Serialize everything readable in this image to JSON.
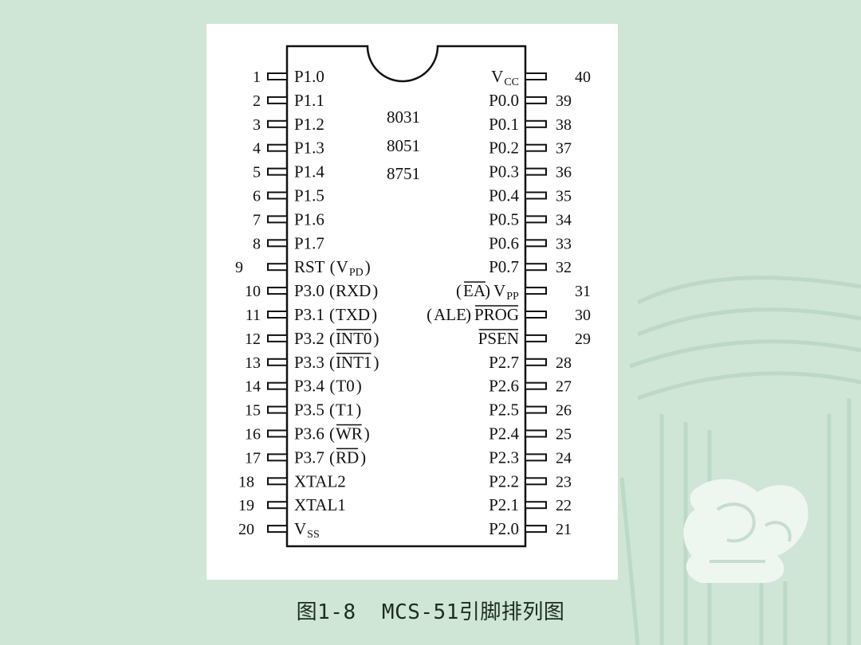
{
  "diagram": {
    "models": [
      "8031",
      "8051",
      "8751"
    ],
    "left_pins": [
      {
        "num": "1",
        "label": "P1.0"
      },
      {
        "num": "2",
        "label": "P1.1"
      },
      {
        "num": "3",
        "label": "P1.2"
      },
      {
        "num": "4",
        "label": "P1.3"
      },
      {
        "num": "5",
        "label": "P1.4"
      },
      {
        "num": "6",
        "label": "P1.5"
      },
      {
        "num": "7",
        "label": "P1.6"
      },
      {
        "num": "8",
        "label": "P1.7"
      },
      {
        "num": "9",
        "label": "RST",
        "alt": "V",
        "alt_sub": "PD"
      },
      {
        "num": "10",
        "label": "P3.0",
        "alt": "RXD"
      },
      {
        "num": "11",
        "label": "P3.1",
        "alt": "TXD"
      },
      {
        "num": "12",
        "label": "P3.2",
        "alt": "INT0",
        "alt_overline": true
      },
      {
        "num": "13",
        "label": "P3.3",
        "alt": "INT1",
        "alt_overline": true
      },
      {
        "num": "14",
        "label": "P3.4",
        "alt": "T0"
      },
      {
        "num": "15",
        "label": "P3.5",
        "alt": "T1"
      },
      {
        "num": "16",
        "label": "P3.6",
        "alt": "WR",
        "alt_overline": true
      },
      {
        "num": "17",
        "label": "P3.7",
        "alt": "RD",
        "alt_overline": true
      },
      {
        "num": "18",
        "label": "XTAL2"
      },
      {
        "num": "19",
        "label": "XTAL1"
      },
      {
        "num": "20",
        "label": "V",
        "label_sub": "SS"
      }
    ],
    "right_pins": [
      {
        "num": "40",
        "label": "V",
        "label_sub": "CC"
      },
      {
        "num": "39",
        "label": "P0.0"
      },
      {
        "num": "38",
        "label": "P0.1"
      },
      {
        "num": "37",
        "label": "P0.2"
      },
      {
        "num": "36",
        "label": "P0.3"
      },
      {
        "num": "35",
        "label": "P0.4"
      },
      {
        "num": "34",
        "label": "P0.5"
      },
      {
        "num": "33",
        "label": "P0.6"
      },
      {
        "num": "32",
        "label": "P0.7"
      },
      {
        "num": "31",
        "label": "V",
        "label_sub": "PP",
        "alt": "EA",
        "alt_overline": true
      },
      {
        "num": "30",
        "label": "PROG",
        "label_overline": true,
        "alt": "ALE"
      },
      {
        "num": "29",
        "label": "PSEN",
        "label_overline": true
      },
      {
        "num": "28",
        "label": "P2.7"
      },
      {
        "num": "27",
        "label": "P2.6"
      },
      {
        "num": "26",
        "label": "P2.5"
      },
      {
        "num": "25",
        "label": "P2.4"
      },
      {
        "num": "24",
        "label": "P2.3"
      },
      {
        "num": "23",
        "label": "P2.2"
      },
      {
        "num": "22",
        "label": "P2.1"
      },
      {
        "num": "21",
        "label": "P2.0"
      }
    ]
  },
  "caption": "图1-8  MCS-51引脚排列图",
  "colors": {
    "background": "#cfe5d5",
    "panel": "#ffffff",
    "ink": "#111111",
    "decoration": "#b7d6c2",
    "emblem": "#eef6f0"
  }
}
